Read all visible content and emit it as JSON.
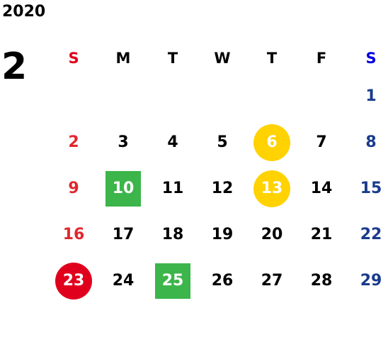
{
  "year": "2020",
  "month": "2",
  "weekdays": [
    "S",
    "M",
    "T",
    "W",
    "T",
    "F",
    "S"
  ],
  "weeks": [
    [
      "",
      "",
      "",
      "",
      "",
      "",
      "1"
    ],
    [
      "2",
      "3",
      "4",
      "5",
      "6",
      "7",
      "8"
    ],
    [
      "9",
      "10",
      "11",
      "12",
      "13",
      "14",
      "15"
    ],
    [
      "16",
      "17",
      "18",
      "19",
      "20",
      "21",
      "22"
    ],
    [
      "23",
      "24",
      "25",
      "26",
      "27",
      "28",
      "29"
    ]
  ],
  "colors": {
    "sunday_header": "#e0001d",
    "saturday_header": "#0000e0",
    "sunday_date": "#e0272e",
    "saturday_date": "#1a3b8c",
    "yellow_mark": "#ffd200",
    "green_mark": "#3cb54a",
    "red_mark": "#e0001d"
  },
  "marks": {
    "yellow_circle": [
      "6",
      "13"
    ],
    "green_square": [
      "10",
      "25"
    ],
    "red_circle": [
      "23"
    ]
  }
}
